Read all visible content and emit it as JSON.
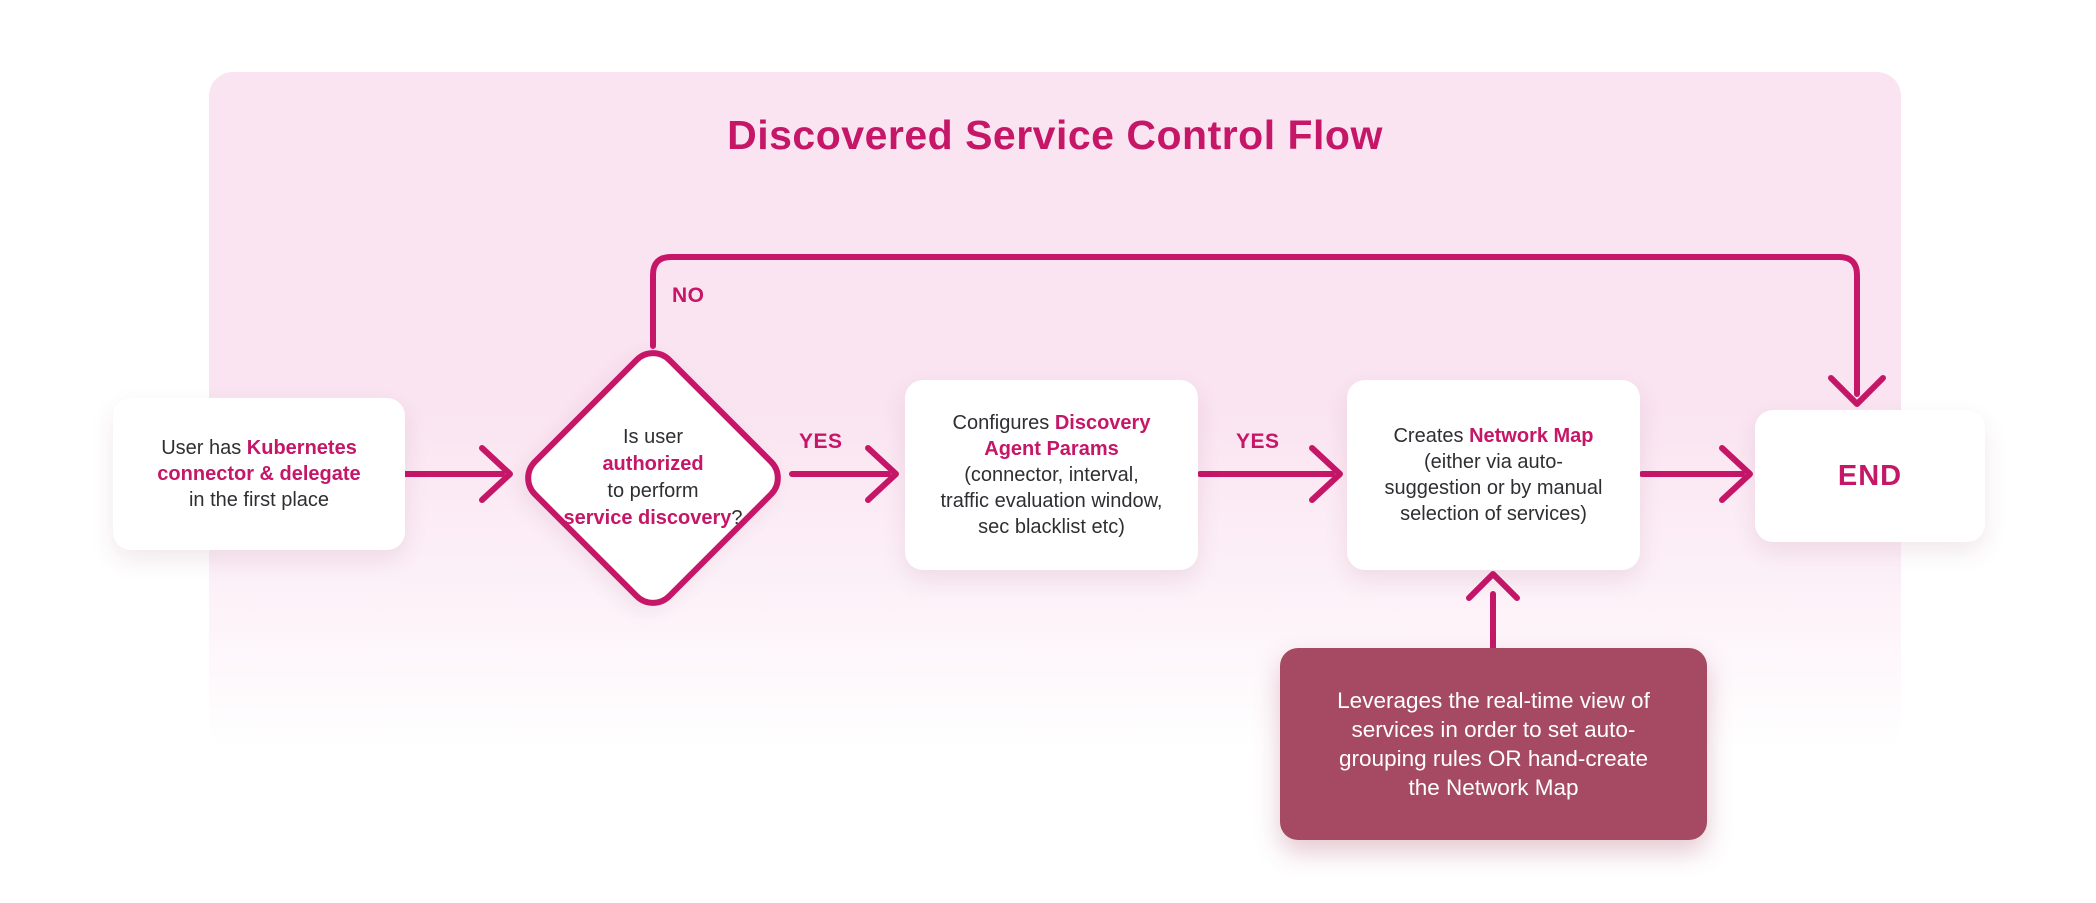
{
  "title": "Discovered Service Control Flow",
  "colors": {
    "accent": "#C51668",
    "panel": "#FAE4F1",
    "note_bg": "#A54A62",
    "text": "#2F2F33"
  },
  "edge_labels": {
    "no": "NO",
    "yes_1": "YES",
    "yes_2": "YES"
  },
  "nodes": {
    "start": {
      "lines": [
        [
          {
            "t": "User has ",
            "a": 0
          },
          {
            "t": "Kubernetes",
            "a": 1
          }
        ],
        [
          {
            "t": "connector & delegate",
            "a": 1
          }
        ],
        [
          {
            "t": "in the first place",
            "a": 0
          }
        ]
      ]
    },
    "decision": {
      "lines": [
        [
          {
            "t": "Is user",
            "a": 0
          }
        ],
        [
          {
            "t": "authorized",
            "a": 1
          }
        ],
        [
          {
            "t": "to perform",
            "a": 0
          }
        ],
        [
          {
            "t": "service discovery",
            "a": 1
          },
          {
            "t": "?",
            "a": 0
          }
        ]
      ]
    },
    "configure": {
      "lines": [
        [
          {
            "t": "Configures ",
            "a": 0
          },
          {
            "t": "Discovery",
            "a": 1
          }
        ],
        [
          {
            "t": "Agent Params",
            "a": 1
          }
        ],
        [
          {
            "t": "(connector, interval,",
            "a": 0
          }
        ],
        [
          {
            "t": "traffic evaluation window,",
            "a": 0
          }
        ],
        [
          {
            "t": "sec blacklist etc)",
            "a": 0
          }
        ]
      ]
    },
    "create_map": {
      "lines": [
        [
          {
            "t": "Creates ",
            "a": 0
          },
          {
            "t": "Network Map",
            "a": 1
          }
        ],
        [
          {
            "t": "(either via auto-",
            "a": 0
          }
        ],
        [
          {
            "t": "suggestion or by manual",
            "a": 0
          }
        ],
        [
          {
            "t": "selection of services)",
            "a": 0
          }
        ]
      ]
    },
    "end": {
      "label": "END"
    },
    "note": {
      "lines": [
        "Leverages the real-time view of",
        "services in order to set auto-",
        "grouping rules OR hand-create",
        "the Network Map"
      ]
    }
  }
}
